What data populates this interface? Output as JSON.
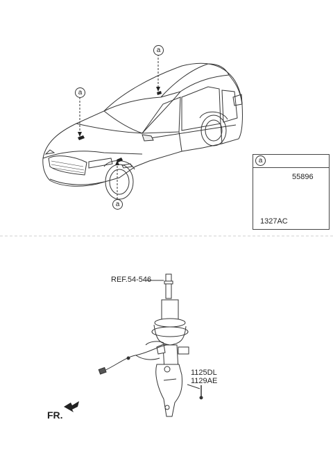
{
  "callout_marker": "a",
  "detail": {
    "marker": "a",
    "part_sensor": "55896",
    "part_bolt": "1327AC"
  },
  "strut": {
    "ref_label": "REF.54-546",
    "part_bolt_1": "1125DL",
    "part_bolt_2": "1129AE"
  },
  "direction_label": "FR."
}
